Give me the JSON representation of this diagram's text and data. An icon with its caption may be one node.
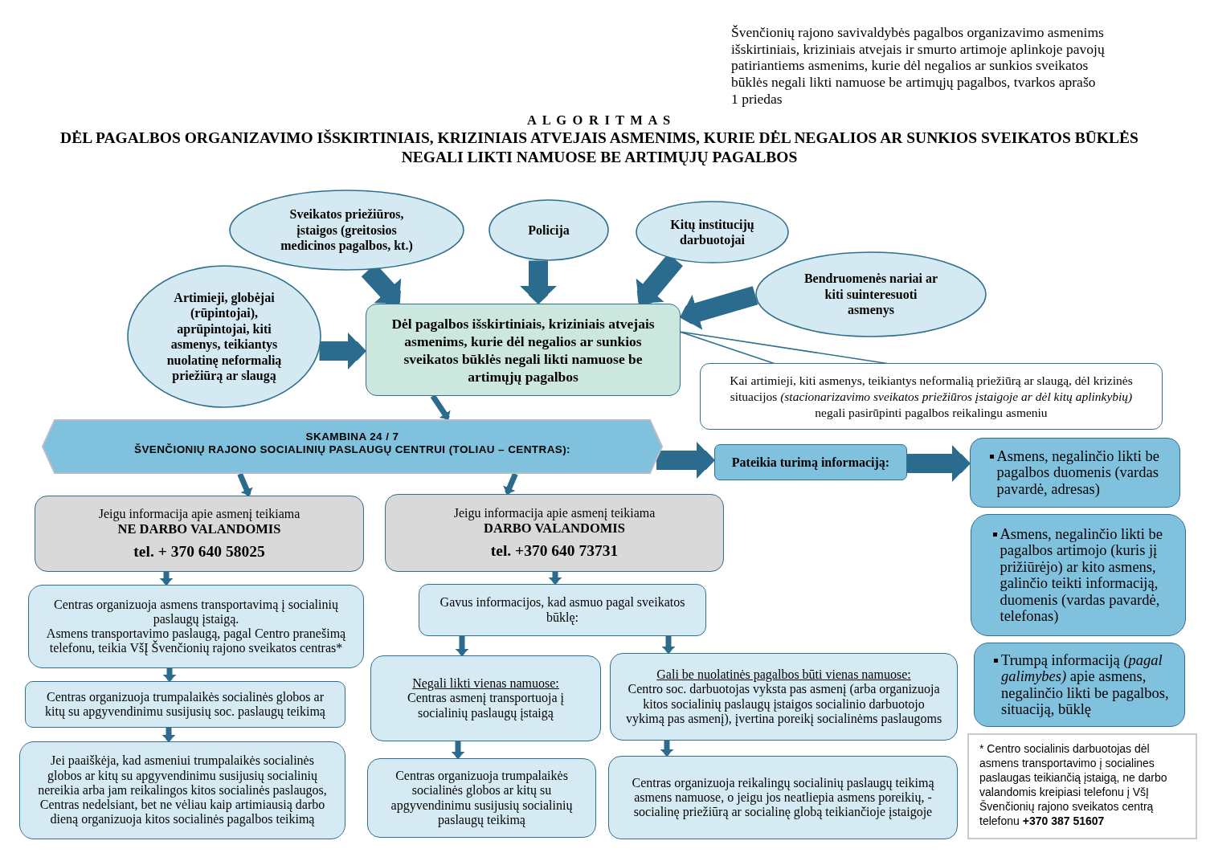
{
  "diagram": {
    "title": "A L G O R I T M A S",
    "nodes": [
      {
        "text": [
          "Sveikatos priežiūros, įstaigos (greitosios medicinos pagalbos, kt.)"
        ]
      },
      {
        "text": [
          "Policija"
        ]
      },
      {
        "text": [
          "Kitų institucijų darbuotojai"
        ]
      },
      {
        "text": [
          "Artimieji, globėjai (rūpintojai), aprūpintojai, kiti asmenys, teikiantys nuolatinę neformalią priežiūrą ar slaugą"
        ]
      },
      {
        "text": [
          "Bendruomenės nariai ar kiti suinteresuoti asmenys"
        ]
      },
      {
        "text": [
          "Dėl pagalbos išskirtiniais, kriziniais atvejais asmenims, kurie dėl negalios ar sunkios sveikatos būklės negali likti namuose be artimųjų pagalbos"
        ]
      },
      {
        "text": [
          "Kai artimieji, kiti asmenys, teikiantys neformalią priežiūrą ar slaugą, dėl krizinės situacijos *(stacionarizavimo sveikatos priežiūros įstaigoje ar dėl kitų aplinkybių)* negali pasirūpinti pagalbos reikalingu asmeniu"
        ]
      },
      {
        "text": [
          "SKAMBINA 24 / 7",
          "ŠVENČIONIŲ RAJONO SOCIALINIŲ PASLAUGŲ CENTRUI (TOLIAU – CENTRAS):"
        ]
      },
      {
        "text": [
          "Pateikia turimą informaciją:"
        ]
      },
      {
        "text": [
          "Asmens, negalinčio likti be pagalbos duomenis (vardas pavardė, adresas)"
        ]
      },
      {
        "text": [
          "Asmens, negalinčio likti be pagalbos artimojo (kuris jį prižiūrėjo) ar kito asmens, galinčio teikti informaciją, duomenis (vardas pavardė, telefonas)"
        ]
      },
      {
        "text": [
          "Trumpą informaciją *(pagal galimybes)* apie asmens, negalinčio likti be pagalbos, situaciją, būklę"
        ]
      },
      {
        "text": [
          "Jeigu informacija apie asmenį teikiama",
          "NE DARBO VALANDOMIS",
          "tel. + 370 640 58025"
        ]
      },
      {
        "text": [
          "Jeigu informacija apie asmenį teikiama",
          "DARBO VALANDOMIS",
          "tel. +370 640 73731"
        ]
      },
      {
        "text": [
          "Centras organizuoja asmens transportavimą į socialinių paslaugų įstaigą.",
          "Asmens transportavimo paslaugą, pagal Centro pranešimą telefonu, teikia VšĮ Švenčionių rajono sveikatos centras*"
        ]
      },
      {
        "text": [
          "Centras organizuoja trumpalaikės socialinės globos ar kitų su apgyvendinimu susijusių soc. paslaugų teikimą"
        ]
      },
      {
        "text": [
          "Jei paaiškėja, kad asmeniui trumpalaikės socialinės globos ar kitų su apgyvendinimu susijusių socialinių nereikia arba jam reikalingos kitos socialinės paslaugos, Centras nedelsiant, bet ne vėliau kaip artimiausią darbo dieną organizuoja kitos socialinės pagalbos teikimą"
        ]
      },
      {
        "text": [
          "Gavus informacijos, kad asmuo pagal sveikatos būklę:"
        ]
      },
      {
        "text": [
          "Negali likti vienas namuose:",
          "Centras asmenį transportuoja į socialinių paslaugų įstaigą"
        ]
      },
      {
        "text": [
          "Gali be nuolatinės pagalbos būti vienas namuose:",
          "Centro soc. darbuotojas vyksta pas asmenį (arba organizuoja kitos socialinių paslaugų įstaigos socialinio darbuotojo vykimą pas asmenį), įvertina poreikį socialinėms paslaugoms"
        ]
      },
      {
        "text": [
          "Centras organizuoja trumpalaikės socialinės globos ar kitų su apgyvendinimu susijusių socialinių paslaugų teikimą"
        ]
      },
      {
        "text": [
          "Centras organizuoja reikalingų socialinių paslaugų teikimą asmens namuose, o jeigu jos neatliepia asmens poreikių, - socialinę priežiūrą ar socialinę globą teikiančioje įstaigoje"
        ]
      },
      {
        "text": [
          "* Centro socialinis darbuotojas dėl asmens transportavimo į socialines paslaugas teikiančią įstaigą, ne darbo valandomis kreipiasi telefonu į VšĮ Švenčionių rajono sveikatos centrą telefonu **+370 387 51607**"
        ]
      }
    ],
    "edges": [
      {
        "from": 0,
        "to": 5,
        "arrow": "to",
        "style": "thick"
      },
      {
        "from": 1,
        "to": 5,
        "arrow": "to",
        "style": "thick"
      },
      {
        "from": 2,
        "to": 5,
        "arrow": "to",
        "style": "thick"
      },
      {
        "from": 3,
        "to": 5,
        "arrow": "to",
        "style": "thick"
      },
      {
        "from": 4,
        "to": 5,
        "arrow": "to",
        "style": "thick"
      },
      {
        "from": 6,
        "to": 5,
        "arrow": "none"
      },
      {
        "from": 5,
        "to": 7,
        "arrow": "to"
      },
      {
        "from": 7,
        "to": 12,
        "arrow": "to"
      },
      {
        "from": 7,
        "to": 13,
        "arrow": "to"
      },
      {
        "from": 7,
        "to": 8,
        "arrow": "to",
        "style": "thick"
      },
      {
        "from": 8,
        "to": 9,
        "arrow": "to",
        "style": "thick"
      },
      {
        "from": 12,
        "to": 14,
        "arrow": "to"
      },
      {
        "from": 14,
        "to": 15,
        "arrow": "to"
      },
      {
        "from": 15,
        "to": 16,
        "arrow": "to"
      },
      {
        "from": 13,
        "to": 17,
        "arrow": "to"
      },
      {
        "from": 17,
        "to": 18,
        "arrow": "to"
      },
      {
        "from": 17,
        "to": 19,
        "arrow": "to"
      },
      {
        "from": 18,
        "to": 20,
        "arrow": "to"
      },
      {
        "from": 19,
        "to": 21,
        "arrow": "to"
      }
    ],
    "labels": [
      "Švenčionių rajono savivaldybės pagalbos organizavimo asmenims išskirtiniais, kriziniais atvejais ir smurto artimoje aplinkoje pavojų patiriantiems asmenims, kurie dėl negalios ar sunkios sveikatos būklės negali likti namuose be artimųjų pagalbos, tvarkos aprašo",
      "1 priedas",
      "DĖL PAGALBOS ORGANIZAVIMO IŠSKIRTINIAIS, KRIZINIAIS ATVEJAIS ASMENIMS, KURIE DĖL NEGALIOS AR SUNKIOS SVEIKATOS BŪKLĖS NEGALI LIKTI NAMUOSE BE ARTIMŲJŲ PAGALBOS"
    ]
  }
}
